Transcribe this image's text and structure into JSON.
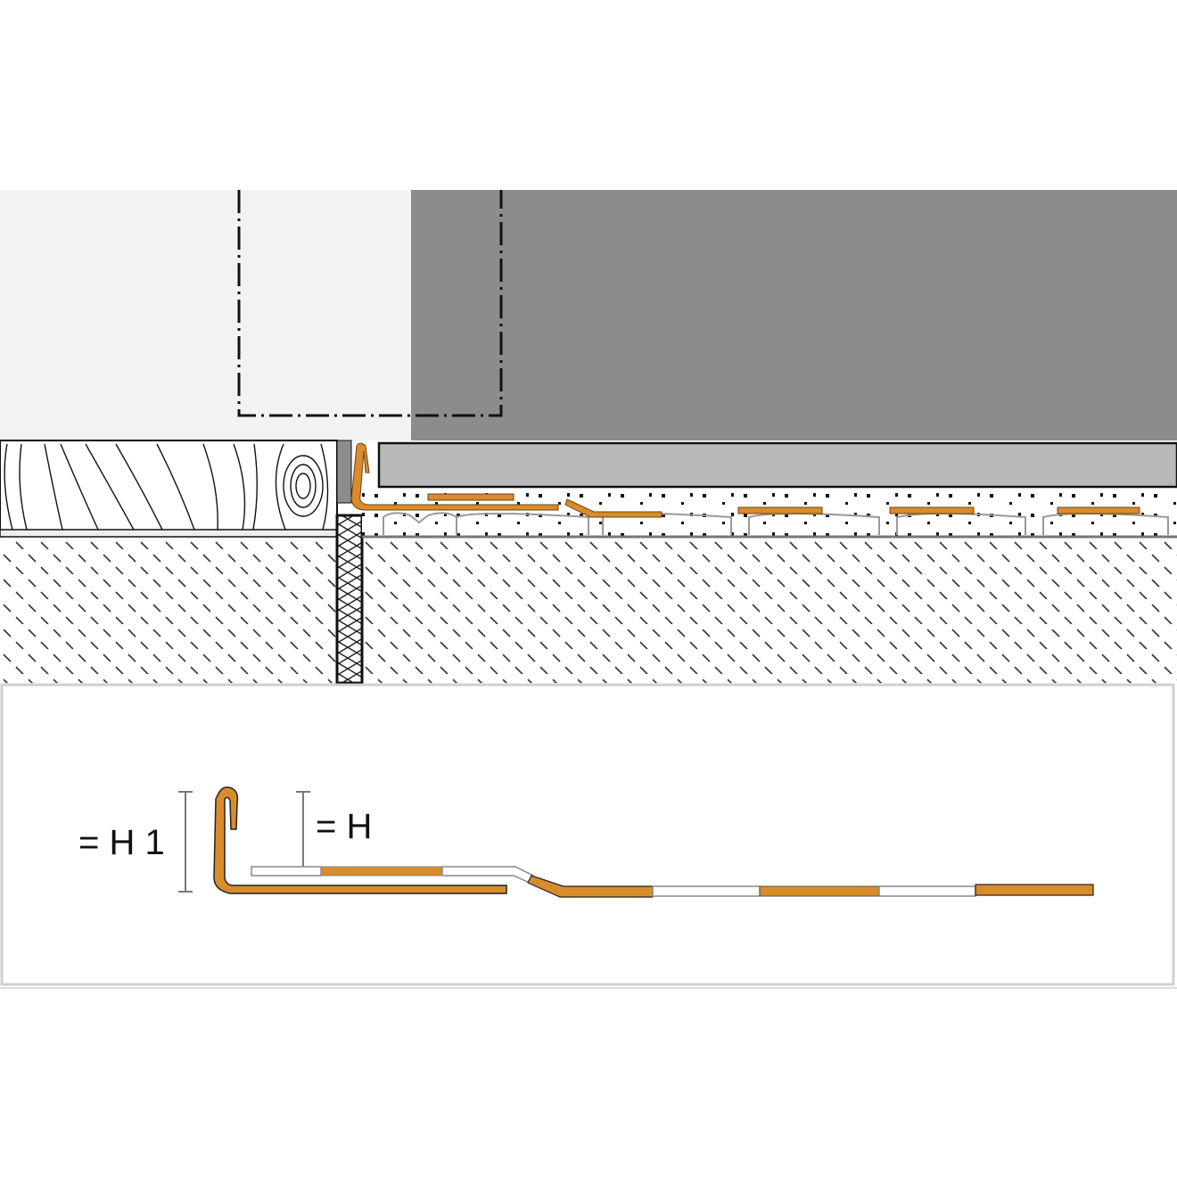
{
  "diagram": {
    "type": "technical cross-section",
    "subject": "floor transition profile between wood floor and tiled floor",
    "labels": {
      "h1": "= H 1",
      "h": "= H"
    },
    "colors": {
      "background": "#ffffff",
      "wall_light": "#f2f2f4",
      "wall_dark": "#8c8c8c",
      "tile": "#b9b9b9",
      "profile": "#d98c2b",
      "outline": "#111111",
      "concrete_hatch": "#333333",
      "panel_border": "#cfcfcf"
    },
    "components": [
      "wall-light-section",
      "wall-dark-section",
      "dash-dot-outline",
      "wood-floor",
      "tile",
      "adhesive-bed",
      "uncoupling-membrane",
      "transition-profile",
      "expansion-joint",
      "concrete-substrate",
      "profile-detail-panel"
    ]
  }
}
